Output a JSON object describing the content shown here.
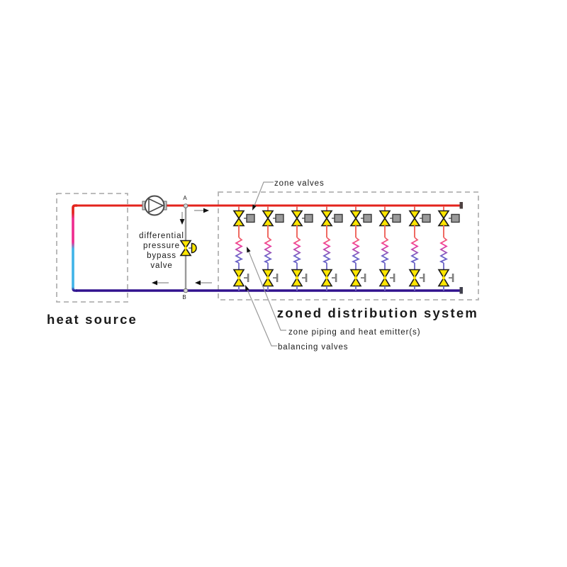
{
  "diagram": {
    "section_labels": {
      "heat_source": "heat source",
      "zoned_distribution": "zoned distribution system"
    },
    "annotations": {
      "zone_valves": "zone valves",
      "bypass_valve_lines": [
        "differential",
        "pressure",
        "bypass",
        "valve"
      ],
      "zone_piping": "zone piping and heat emitter(s)",
      "balancing_valves": "balancing valves",
      "point_a": "A",
      "point_b": "B"
    },
    "zones": {
      "count": 8,
      "x_positions": [
        337,
        378,
        419,
        461,
        502,
        543,
        585,
        626
      ]
    },
    "colors": {
      "supply_red": "#e3231c",
      "return_purple": "#31128e",
      "hot_magenta": "#ee2a8e",
      "cool_cyan": "#3fb3e8",
      "zone_supply_salmon": "#ef6b62",
      "zone_return_violet": "#7b74c8",
      "emitter_magenta": "#f23a9c",
      "valve_yellow": "#ffe600",
      "actuator_gray": "#9a9a9a",
      "leader_gray": "#9a9a9a",
      "box_dash_gray": "#b3b3b3"
    }
  }
}
